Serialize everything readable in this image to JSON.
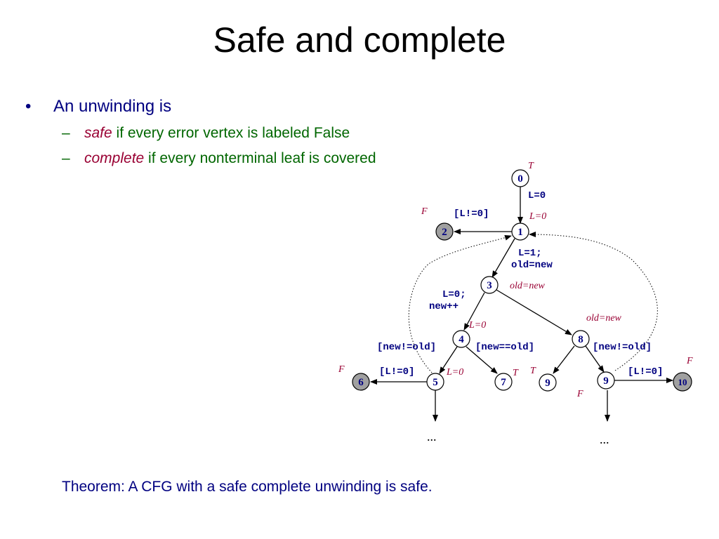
{
  "slide": {
    "title": "Safe and complete",
    "bullet_marker": "•",
    "bullet": "An unwinding is",
    "dash": "–",
    "sub1_em": "safe",
    "sub1_rest": " if every error vertex is labeled False",
    "sub2_em": "complete",
    "sub2_rest": " if every nonterminal leaf is covered",
    "theorem": "Theorem: A CFG with a safe complete unwinding is safe."
  },
  "colors": {
    "text": "#000080",
    "green": "#006600",
    "label": "#990033",
    "error_fill": "#a0a0a0"
  },
  "graph": {
    "nodes": {
      "n0": "0",
      "n1": "1",
      "n2": "2",
      "n3": "3",
      "n4": "4",
      "n5": "5",
      "n6": "6",
      "n7": "7",
      "n8": "8",
      "n9a": "9",
      "n9b": "9",
      "n10": "10"
    },
    "edges": {
      "e01": "L=0",
      "e12": "[L!=0]",
      "e13a": "L=1;",
      "e13b": "old=new",
      "e34a": "L=0;",
      "e34b": "new++",
      "e45": "[new!=old]",
      "e47": "[new==old]",
      "e56": "[L!=0]",
      "e89": "[new!=old]",
      "e910": "[L!=0]"
    },
    "labels": {
      "l0": "T",
      "l1": "L=0",
      "l2": "F",
      "l3": "old=new",
      "l4": "L=0",
      "l5": "L=0",
      "l6": "F",
      "l7": "T",
      "l8": "old=new",
      "l9a": "T",
      "l9b": "F",
      "l10": "F"
    },
    "ellipses": {
      "left": "...",
      "right": "..."
    }
  }
}
